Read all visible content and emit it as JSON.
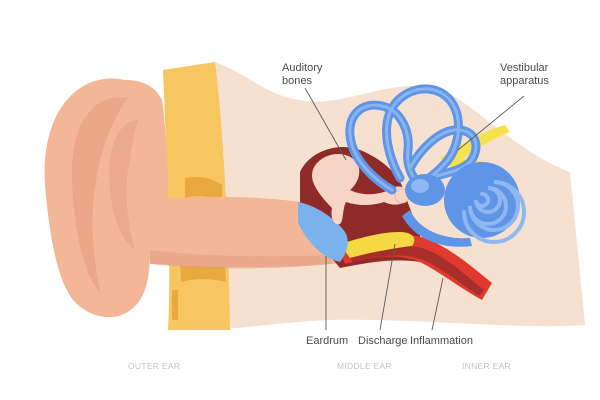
{
  "labels": {
    "auditory_bones": [
      "Auditory",
      "bones"
    ],
    "vestibular_apparatus": [
      "Vestibular",
      "apparatus"
    ],
    "eardrum": "Eardrum",
    "discharge": "Discharge",
    "inflammation": "Inflammation"
  },
  "sections": {
    "outer": "OUTER EAR",
    "middle": "MIDDLE EAR",
    "inner": "INNER EAR"
  },
  "colors": {
    "skin": "#f3b697",
    "skin_dark": "#e29c7d",
    "bone_yellow": "#f7c660",
    "bone_yellow_dark": "#e8a93f",
    "background_tissue": "#f6e1d1",
    "middle_ear_cavity": "#8e2a27",
    "inflammation_red": "#e03a2f",
    "discharge_yellow": "#f4d844",
    "eardrum_blue": "#79b2ec",
    "inner_ear_blue": "#5e95e6",
    "nerve_yellow": "#f6e24a",
    "ossicle": "#f7d5c6"
  }
}
